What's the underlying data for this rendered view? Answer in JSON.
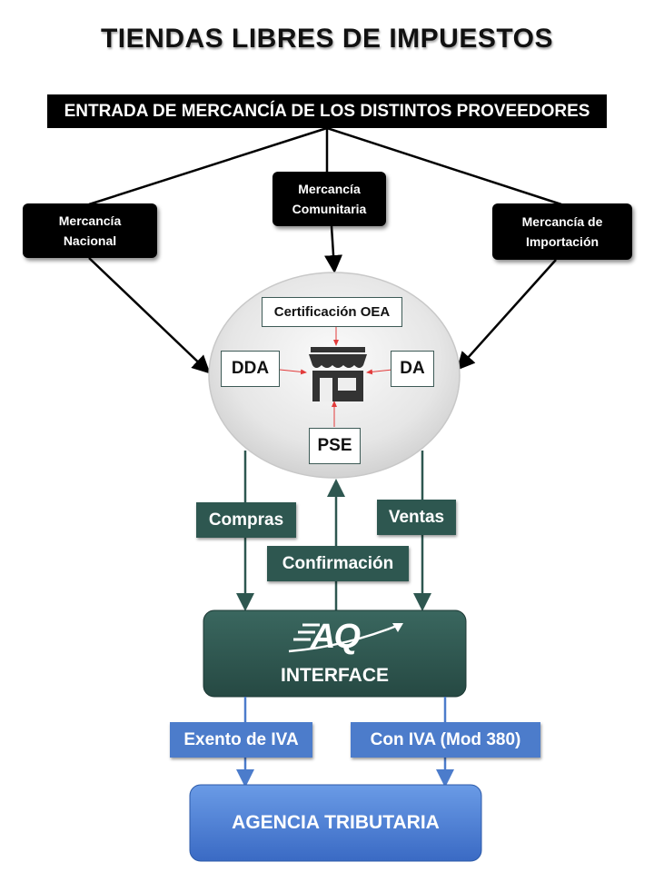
{
  "title": "TIENDAS LIBRES DE IMPUESTOS",
  "header_bar": "ENTRADA DE MERCANCÍA DE LOS DISTINTOS PROVEEDORES",
  "sources": {
    "nacional": "Mercancía\nNacional",
    "comunitaria": "Mercancía\nComunitaria",
    "importacion": "Mercancía de\nImportación"
  },
  "store": {
    "certificacion": "Certificación OEA",
    "dda": "DDA",
    "da": "DA",
    "pse": "PSE",
    "icon": "store-icon"
  },
  "flows": {
    "compras": "Compras",
    "ventas": "Ventas",
    "confirmacion": "Confirmación"
  },
  "interface": {
    "logo": "AQ",
    "label": "INTERFACE"
  },
  "tax": {
    "exento": "Exento de IVA",
    "con_iva": "Con IVA (Mod 380)"
  },
  "agency": "AGENCIA TRIBUTARIA",
  "colors": {
    "teal": "#2e5750",
    "blue": "#4c7ccb",
    "red_arrow": "#e23b3b"
  }
}
